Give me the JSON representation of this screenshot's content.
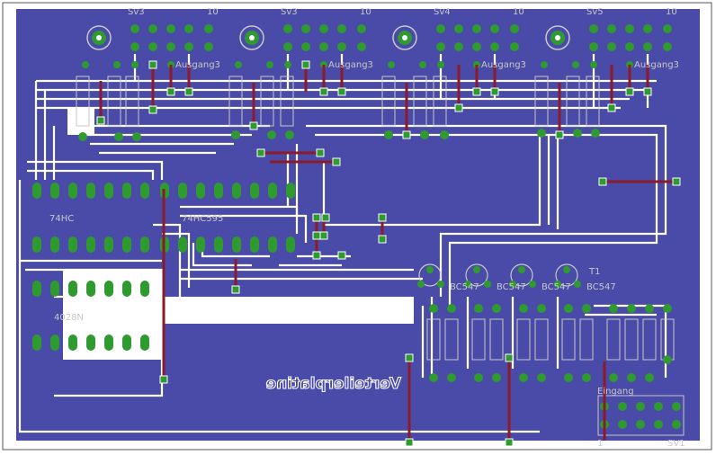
{
  "board": {
    "title": "Verteilerplatine",
    "colors": {
      "background": "#ffffff",
      "copper_pour": "#4a4aa8",
      "trace_outline": "#ffffff",
      "pad": "#2f9a2f",
      "pad_hole": "#ffffff",
      "via_wire": "#8b1a2a",
      "silkscreen": "#c8c8c8"
    }
  },
  "labels": {
    "sv3_a": "Sv3",
    "sv3_b": "Sv3",
    "sv4": "Sv4",
    "sv5": "Sv5",
    "ten_1": "10",
    "ten_2": "10",
    "ten_3": "10",
    "ten_4": "10",
    "ausgang_1": "Ausgang3",
    "ausgang_2": "Ausgang3",
    "ausgang_3": "Ausgang3",
    "ausgang_4": "Ausgang3",
    "ic_hc": "74HC595",
    "ic_left": "74HC",
    "ic_lower": "4028N",
    "transistor_1": "BC547",
    "transistor_2": "BC547",
    "transistor_3": "BC547",
    "transistor_4": "BC547",
    "t1": "T1",
    "eingang": "Eingang",
    "sv1": "SV1",
    "one": "1"
  }
}
